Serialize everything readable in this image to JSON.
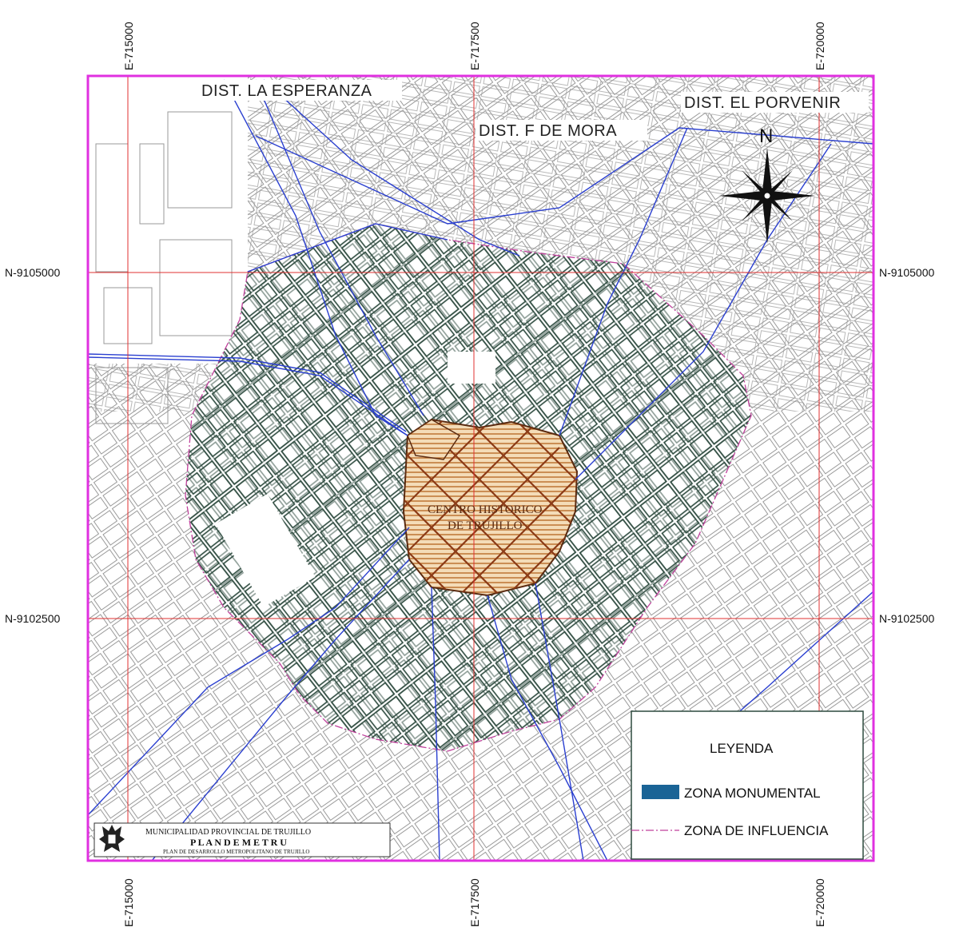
{
  "grid": {
    "top_labels": [
      "E-715000",
      "E-717500",
      "E-720000"
    ],
    "bottom_labels": [
      "E-715000",
      "E-717500",
      "E-720000"
    ],
    "left_labels": [
      "N-9105000",
      "N-9102500"
    ],
    "right_labels": [
      "N-9105000",
      "N-9102500"
    ]
  },
  "districts": {
    "la_esperanza": "DIST. LA ESPERANZA",
    "el_porvenir": "DIST. EL PORVENIR",
    "f_de_mora": "DIST. F DE MORA"
  },
  "center": {
    "line1": "CENTRO HISTORICO",
    "line2": "DE TRUJILLO"
  },
  "north_arrow": {
    "label": "N",
    "icon": "compass-rose-icon"
  },
  "legend": {
    "title": "LEYENDA",
    "items": [
      {
        "label": "ZONA MONUMENTAL",
        "color": "#1a6496"
      },
      {
        "label": "ZONA DE INFLUENCIA",
        "color": "#c0409c"
      }
    ]
  },
  "institution": {
    "line1": "MUNICIPALIDAD PROVINCIAL DE TRUJILLO",
    "line2": "P L A N D E M E T R U",
    "line3": "PLAN DE DESARROLLO METROPOLITANO DE TRUJILLO",
    "logo_icon": "coat-of-arms-icon"
  },
  "colors": {
    "frame": "#e030e0",
    "grid": "#e03030",
    "influence_streets": "#2d4a3e",
    "monumental_zone": "#b5651d",
    "main_roads": "#2a3fd0",
    "background_streets": "#9a9a9a"
  }
}
